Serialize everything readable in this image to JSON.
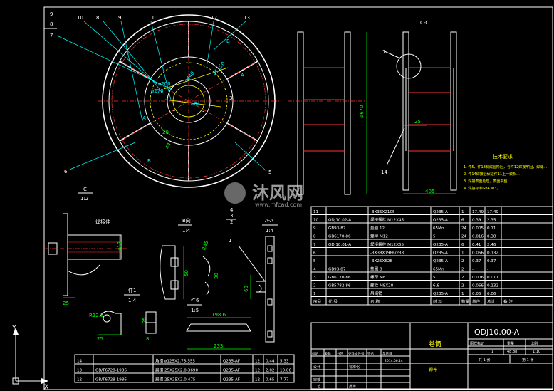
{
  "balloons_plan": [
    "9",
    "8",
    "7",
    "10",
    "8",
    "9",
    "11",
    "12",
    "13",
    "6",
    "5"
  ],
  "plan_dims": [
    "⌀200",
    "⌀270",
    "⌀440",
    "⌀1150",
    "⌀64",
    "1",
    "3",
    "3",
    "A",
    "A",
    "B",
    "B",
    "44",
    "20"
  ],
  "plan_view": {
    "label": "C",
    "scale": "1:2"
  },
  "section_cc": {
    "label": "C-C",
    "dim_height": "⌀670",
    "dim_width": "405",
    "balloon_1": "1",
    "balloon_14": "14",
    "dim_25": "25"
  },
  "tech_req": {
    "title": "技术要求",
    "lines": [
      "1. 件5、件13制成圆形后，与件12焊接牢固，焊缝...",
      "2. 件14焊接后保证件11上一致相...",
      "3. 焊接表面处理，表面平整...",
      "4. 焊接标准GB4303。"
    ]
  },
  "detail_i": {
    "label": "焊接件",
    "dims": [
      "⌀12",
      "25"
    ]
  },
  "detail_b": {
    "label": "B向",
    "scale": "1:4",
    "dims": [
      "50",
      "R45",
      "30"
    ]
  },
  "detail_aa": {
    "label": "A-A",
    "scale": "1:4",
    "dims": [
      "60",
      "1",
      "2",
      "4",
      "3"
    ]
  },
  "detail_2": {
    "label": "件1",
    "scale": "1:4",
    "dims": [
      "R12.5",
      "25",
      "25",
      "8"
    ]
  },
  "detail_6": {
    "label": "件6",
    "scale": "1:5",
    "dims": [
      "198.6",
      "233"
    ]
  },
  "bom_upper": {
    "rows": [
      [
        "11",
        "",
        "-3X35X2105",
        "Q235-A",
        "1",
        "17.49",
        "17.49"
      ],
      [
        "10",
        "QDJ10.02-A",
        "焊接螺栓 M12X45",
        "Q235-A",
        "6",
        "0.39",
        "2.35"
      ],
      [
        "9",
        "GB93-87",
        "垫圈 12",
        "65Mn",
        "24",
        "0.005",
        "0.11"
      ],
      [
        "8",
        "GB6170-86",
        "螺母 M12",
        "5",
        "24",
        "0.016",
        "0.38"
      ],
      [
        "7",
        "QDJ10.01-A",
        "焊接螺栓 M12X65",
        "Q235-A",
        "6",
        "0.41",
        "2.46"
      ],
      [
        "6",
        "",
        "-3X38X1986/233",
        "Q235-A",
        "1",
        "0.066",
        "0.132"
      ],
      [
        "5",
        "",
        "-3X25X628",
        "Q235-A",
        "2",
        "0.37",
        "0.37"
      ],
      [
        "4",
        "GB93-87",
        "垫圈 8",
        "65Mn",
        "2",
        "-",
        "-"
      ],
      [
        "3",
        "GB6170-86",
        "螺母 M8",
        "5",
        "2",
        "0.006",
        "0.011"
      ],
      [
        "2",
        "GB5782-86",
        "螺栓 M8X20",
        "6.6",
        "2",
        "0.066",
        "0.132"
      ],
      [
        "1",
        "",
        "吊绳销",
        "Q235-A",
        "1",
        "0.06",
        "0.06"
      ]
    ],
    "header": [
      "序号",
      "代 号",
      "名 称",
      "材 料",
      "数量",
      "单件",
      "总计",
      "备 注"
    ]
  },
  "bom_lower": {
    "rows": [
      [
        "14",
        "",
        "角钢 ⌀125X2.75-555",
        "Q235-AF",
        "12",
        "0.44",
        "5.33"
      ],
      [
        "13",
        "GB/T6728-1986",
        "扁钢 25X25X2.0-3690",
        "Q235-AF",
        "12",
        "2.02",
        "10.06"
      ],
      [
        "12",
        "GB/T6728-1986",
        "扁钢 25X25X2.0-475",
        "Q235-AF",
        "12",
        "0.65",
        "7.77"
      ]
    ]
  },
  "title_block": {
    "drawing_no": "QDJ10.00-A",
    "name": "卷筒",
    "stage_label": "图样标记",
    "weight_label": "重量",
    "scale_label": "比例",
    "qty": "1",
    "weight": "48.88",
    "scale": "1:10",
    "sheet": "共 1 张",
    "sheet_no": "第 1 张",
    "rev_headers": [
      "标记",
      "处数",
      "分区",
      "更改文件号",
      "签名",
      "年月日"
    ],
    "sign_rows": [
      "设计",
      "审核",
      "工艺"
    ],
    "sign_extra": [
      "标准化",
      "批准"
    ],
    "date": "2014.06.14",
    "org": "焊件"
  },
  "axis": {
    "y": "Y",
    "x": "X"
  },
  "watermark": {
    "brand": "沐风网",
    "url": "www.mfcad.com"
  }
}
